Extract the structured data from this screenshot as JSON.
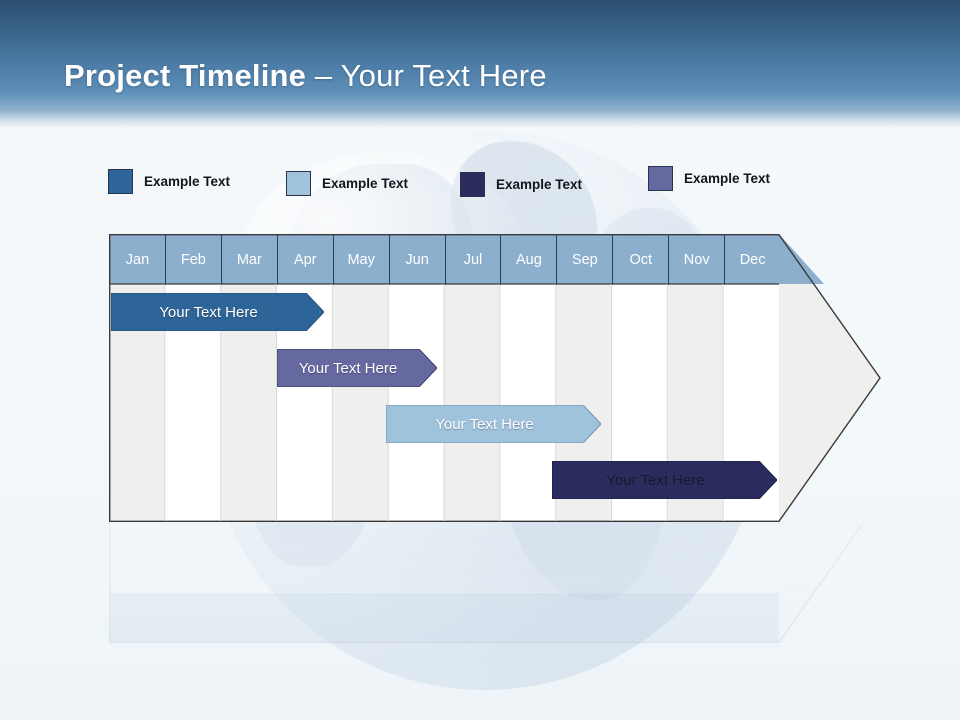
{
  "slide": {
    "title_strong": "Project Timeline",
    "title_separator": " – ",
    "title_light": "Your Text Here"
  },
  "colors": {
    "header_top": "#2b4f70",
    "header_bottom": "#8fb0cc",
    "month_header_bg": "#8cafcd",
    "column_shaded": "#efefee",
    "column_plain": "#ffffff",
    "arrow_head_fill": "#efefee",
    "outline": "#3a3a3a",
    "series_1": "#2e6598",
    "series_2": "#9fc2dd",
    "series_3": "#2b2b5e",
    "series_4": "#6668a0"
  },
  "legend": {
    "items": [
      {
        "label": "Example Text",
        "color": "#2e6598",
        "name": "legend-swatch-steel-blue"
      },
      {
        "label": "Example Text",
        "color": "#9fc2dd",
        "name": "legend-swatch-light-blue"
      },
      {
        "label": "Example Text",
        "color": "#2b2b5e",
        "name": "legend-swatch-navy"
      },
      {
        "label": "Example Text",
        "color": "#6668a0",
        "name": "legend-swatch-purple"
      }
    ]
  },
  "chart_data": {
    "type": "bar",
    "title": "Project Timeline – Your Text Here",
    "xlabel": "",
    "ylabel": "",
    "grid": true,
    "legend_position": "top",
    "categories": [
      "Jan",
      "Feb",
      "Mar",
      "Apr",
      "May",
      "Jun",
      "Jul",
      "Aug",
      "Sep",
      "Oct",
      "Nov",
      "Dec"
    ],
    "axis_range_months": [
      1,
      12
    ],
    "series": [
      {
        "name": "Your  Text Here",
        "label": "Your  Text Here",
        "start_month": 1,
        "end_month": 4.4,
        "color": "#2e6598",
        "row": 1,
        "text_color": "#ffffff"
      },
      {
        "name": "Your  Text Here",
        "label": "Your  Text Here",
        "start_month": 4,
        "end_month": 6.5,
        "color": "#6668a0",
        "row": 2,
        "text_color": "#ffffff"
      },
      {
        "name": "Your  Text Here",
        "label": "Your  Text Here",
        "start_month": 6,
        "end_month": 9.4,
        "color": "#9fc2dd",
        "row": 3,
        "text_color": "#ffffff"
      },
      {
        "name": "Your  Text Here",
        "label": "Your  Text Here",
        "start_month": 9,
        "end_month": 12.8,
        "color": "#2b2b5e",
        "row": 4,
        "text_color": "#1a1a2e"
      }
    ]
  },
  "months": [
    "Jan",
    "Feb",
    "Mar",
    "Apr",
    "May",
    "Jun",
    "Jul",
    "Aug",
    "Sep",
    "Oct",
    "Nov",
    "Dec"
  ],
  "bars": [
    {
      "label": "Your  Text Here"
    },
    {
      "label": "Your  Text Here"
    },
    {
      "label": "Your  Text Here"
    },
    {
      "label": "Your  Text Here"
    }
  ]
}
